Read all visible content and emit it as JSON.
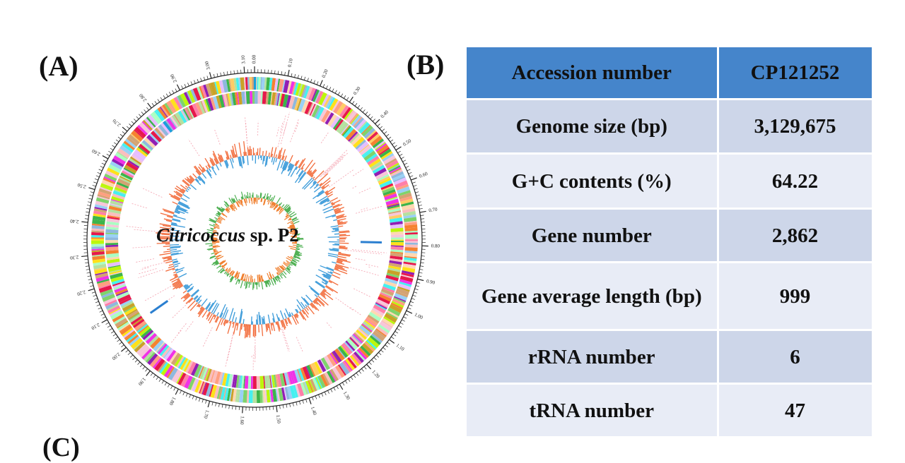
{
  "panel_a": {
    "label": "(A)"
  },
  "panel_b": {
    "label": "(B)"
  },
  "panel_c": {
    "label": "(C)"
  },
  "genome_map": {
    "title_italic": "Citricoccus",
    "title_rest": " sp. P2",
    "ticks": [
      "0.00",
      "0.10",
      "0.20",
      "0.30",
      "0.40",
      "0.50",
      "0.60",
      "0.70",
      "0.80",
      "0.90",
      "1.00",
      "1.10",
      "1.20",
      "1.30",
      "1.40",
      "1.50",
      "1.60",
      "1.70",
      "1.80",
      "1.90",
      "2.00",
      "2.10",
      "2.20",
      "2.30",
      "2.40",
      "2.50",
      "2.60",
      "2.70",
      "2.80",
      "2.90",
      "3.00",
      "3.10"
    ],
    "colors": {
      "gc_skew_positive": "#f26b3a",
      "gc_skew_negative": "#3a9ad9",
      "gc_content": "#4caf50",
      "gc_content_alt": "#f08030"
    }
  },
  "table": {
    "header": [
      "Accession number",
      "CP121252"
    ],
    "rows": [
      [
        "Genome size (bp)",
        "3,129,675"
      ],
      [
        "G+C contents (%)",
        "64.22"
      ],
      [
        "Gene number",
        "2,862"
      ],
      [
        "Gene average length (bp)",
        "999"
      ],
      [
        "rRNA number",
        "6"
      ],
      [
        "tRNA number",
        "47"
      ]
    ],
    "colors": {
      "header": "#4585cb",
      "row_odd": "#cdd6e9",
      "row_even": "#e8ecf6"
    }
  }
}
